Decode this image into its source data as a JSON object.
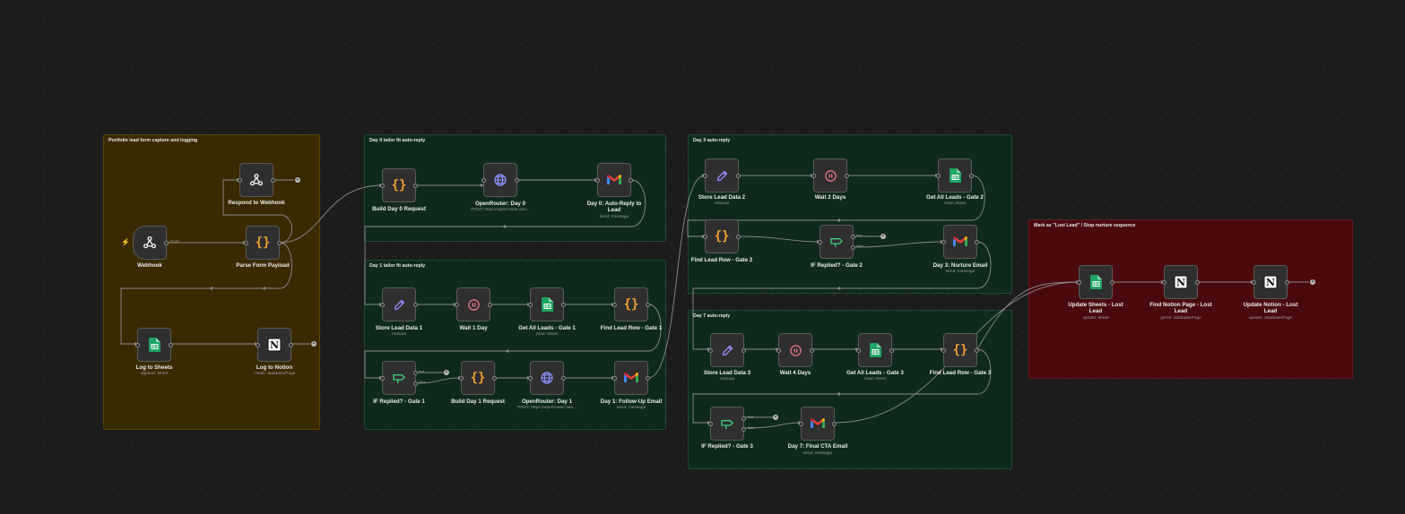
{
  "colors": {
    "canvas": "#1c1c1c",
    "group_yellow": "#3a2a00",
    "group_green": "#0f2a1c",
    "group_red": "#4a0a0d",
    "wire": "#8a8a8a",
    "trigger_bolt": "#ff5a3c"
  },
  "groups": [
    {
      "id": "g1",
      "title": "Portfolio lead form capture and logging"
    },
    {
      "id": "g2",
      "title": "Day 0 tailor fit auto-reply"
    },
    {
      "id": "g3",
      "title": "Day 1 tailor fit auto-reply"
    },
    {
      "id": "g4",
      "title": "Day 3 auto-reply"
    },
    {
      "id": "g5",
      "title": "Day 7 auto-reply"
    },
    {
      "id": "g6",
      "title": "Mark as \"Lost Lead\" / Stop nurture sequence"
    }
  ],
  "port_labels": {
    "post": "POST",
    "true": "true",
    "false": "false"
  },
  "nodes": {
    "webhook": {
      "name": "Webhook",
      "icon": "webhook-icon"
    },
    "respond": {
      "name": "Respond to Webhook",
      "icon": "webhook-icon"
    },
    "parse": {
      "name": "Parse Form Payload",
      "icon": "code-icon"
    },
    "log_sheets": {
      "name": "Log to Sheets",
      "sub": "append: sheet",
      "icon": "google-sheets-icon"
    },
    "log_notion": {
      "name": "Log to Notion",
      "sub": "create: databasePage",
      "icon": "notion-icon"
    },
    "build_d0": {
      "name": "Build Day 0 Request",
      "icon": "code-icon"
    },
    "or_d0": {
      "name": "OpenRouter: Day 0",
      "sub": "POST: https://openrouter.ai/a...",
      "icon": "globe-icon"
    },
    "mail_d0": {
      "name": "Day 0: Auto-Reply to Lead",
      "sub": "send: message",
      "icon": "gmail-icon"
    },
    "store_1": {
      "name": "Store Lead Data 1",
      "sub": "manual",
      "icon": "pencil-icon"
    },
    "wait_1": {
      "name": "Wait 1 Day",
      "icon": "pause-icon"
    },
    "get_1": {
      "name": "Get All Leads - Gate 1",
      "sub": "read: sheet",
      "icon": "google-sheets-icon"
    },
    "find_1": {
      "name": "Find Lead Row - Gate 1",
      "icon": "code-icon"
    },
    "if_1": {
      "name": "IF Replied? - Gate 1",
      "icon": "if-icon"
    },
    "build_d1": {
      "name": "Build Day 1 Request",
      "icon": "code-icon"
    },
    "or_d1": {
      "name": "OpenRouter: Day 1",
      "sub": "POST: https://openrouter.ai/a...",
      "icon": "globe-icon"
    },
    "mail_d1": {
      "name": "Day 1: Follow-Up Email",
      "sub": "send: message",
      "icon": "gmail-icon"
    },
    "store_2": {
      "name": "Store Lead Data 2",
      "sub": "manual",
      "icon": "pencil-icon"
    },
    "wait_2": {
      "name": "Wait 2 Days",
      "icon": "pause-icon"
    },
    "get_2": {
      "name": "Get All Leads - Gate 2",
      "sub": "read: sheet",
      "icon": "google-sheets-icon"
    },
    "find_2": {
      "name": "Find Lead Row - Gate 2",
      "icon": "code-icon"
    },
    "if_2": {
      "name": "IF Replied? - Gate 2",
      "icon": "if-icon"
    },
    "mail_d3": {
      "name": "Day 3: Nurture Email",
      "sub": "send: message",
      "icon": "gmail-icon"
    },
    "store_3": {
      "name": "Store Lead Data 3",
      "sub": "manual",
      "icon": "pencil-icon"
    },
    "wait_3": {
      "name": "Wait 4 Days",
      "icon": "pause-icon"
    },
    "get_3": {
      "name": "Get All Leads - Gate 3",
      "sub": "read: sheet",
      "icon": "google-sheets-icon"
    },
    "find_3": {
      "name": "Find Lead Row - Gate 3",
      "icon": "code-icon"
    },
    "if_3": {
      "name": "IF Replied? - Gate 3",
      "icon": "if-icon"
    },
    "mail_d7": {
      "name": "Day 7: Final CTA Email",
      "sub": "send: message",
      "icon": "gmail-icon"
    },
    "upd_sheets": {
      "name": "Update Sheets - Lost Lead",
      "sub": "update: sheet",
      "icon": "google-sheets-icon"
    },
    "find_notion": {
      "name": "Find Notion Page - Lost Lead",
      "sub": "getAll: databasePage",
      "icon": "notion-icon"
    },
    "upd_notion": {
      "name": "Update Notion - Lost Lead",
      "sub": "update: databasePage",
      "icon": "notion-icon"
    }
  }
}
